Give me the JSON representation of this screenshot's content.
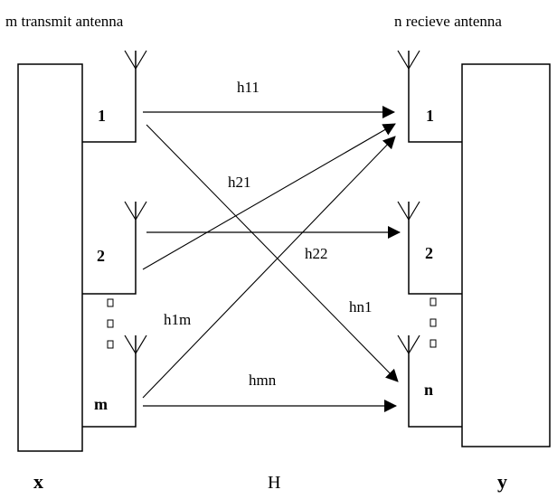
{
  "headers": {
    "transmit": "m transmit antenna",
    "receive": "n recieve antenna"
  },
  "transmit_antennas": [
    "1",
    "2",
    "m"
  ],
  "receive_antennas": [
    "1",
    "2",
    "n"
  ],
  "links": {
    "h11": "h11",
    "h21": "h21",
    "h22": "h22",
    "h1m": "h1m",
    "hn1": "hn1",
    "hmn": "hmn"
  },
  "bottom_labels": {
    "x": "x",
    "H": "H",
    "y": "y"
  },
  "colors": {
    "stroke": "#000000",
    "background": "#ffffff"
  }
}
